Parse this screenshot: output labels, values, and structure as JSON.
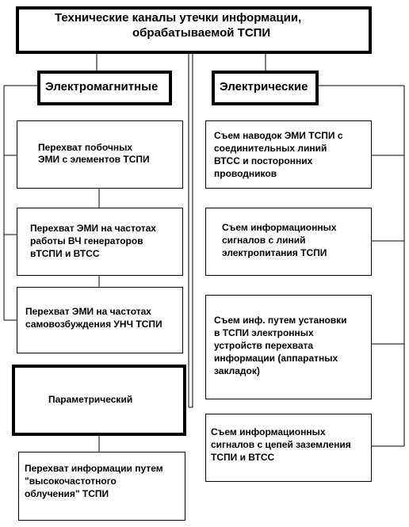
{
  "title": {
    "line1": "Технические каналы утечки информации,",
    "line2": "обрабатываемой ТСПИ"
  },
  "left": {
    "header": "Электромагнитные",
    "items": [
      {
        "line1": "Перехват побочных",
        "line2": "ЭМИ с элементов ТСПИ"
      },
      {
        "line1": "Перехват ЭМИ на частотах",
        "line2": "работы ВЧ генераторов",
        "line3": "вТСПИ и ВТСС"
      },
      {
        "line1": "Перехват ЭМИ на частотах",
        "line2": "самовозбуждения УНЧ ТСПИ"
      }
    ],
    "parametric": {
      "header": "Параметрический",
      "item": {
        "line1": "Перехват информации путем",
        "line2": "\"высокочастотного",
        "line3": "облучения\" ТСПИ"
      }
    }
  },
  "right": {
    "header": "Электрические",
    "items": [
      {
        "line1": "Съем наводок ЭМИ ТСПИ с",
        "line2": "соединительных линий",
        "line3": "ВТСС и посторонних",
        "line4": "проводников"
      },
      {
        "line1": "Съем информационных",
        "line2": "сигналов с линий",
        "line3": "электропитания ТСПИ"
      },
      {
        "line1": "Съем инф. путем установки",
        "line2": "в ТСПИ электронных",
        "line3": "устройств перехвата",
        "line4": "информации (аппаратных",
        "line5": "закладок)"
      },
      {
        "line1": "Съем информационных",
        "line2": "сигналов с цепей заземления",
        "line3": "ТСПИ и ВТСС"
      }
    ]
  }
}
